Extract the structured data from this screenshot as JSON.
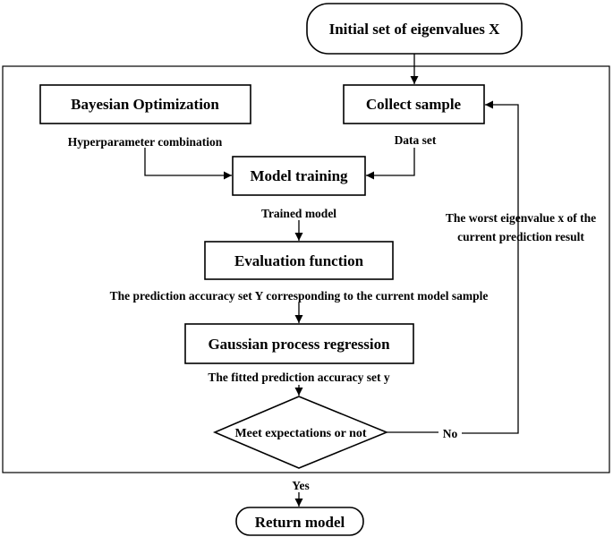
{
  "nodes": {
    "initial_set": "Initial set of eigenvalues X",
    "bayesian_optimization": "Bayesian Optimization",
    "collect_sample": "Collect sample",
    "model_training": "Model training",
    "evaluation_function": "Evaluation function",
    "gaussian_process_regression": "Gaussian process regression",
    "decision": "Meet expectations or not",
    "return_model": "Return model"
  },
  "edge_labels": {
    "hyperparameter": "Hyperparameter combination",
    "data_set": "Data set",
    "trained_model": "Trained model",
    "accuracy_set_Y": "The prediction accuracy set Y corresponding to the current model sample",
    "fitted_accuracy_y": "The fitted prediction accuracy set y",
    "no": "No",
    "yes": "Yes",
    "worst_eigenvalue_line1": "The worst eigenvalue x of the",
    "worst_eigenvalue_line2": "current prediction result"
  }
}
